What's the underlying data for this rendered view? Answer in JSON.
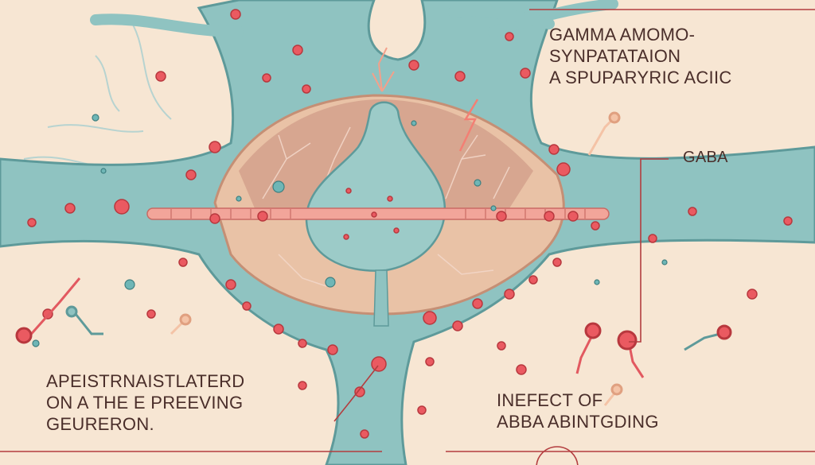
{
  "labels": {
    "top": [
      "GAMMA AMOMO-",
      "SYNPATATAION",
      "A SPUPARYRIC ACIIC"
    ],
    "gaba": "GABA",
    "left": [
      "APEISTRNAISTLATERD",
      "ON A THE E PREEVING",
      "GEURERON."
    ],
    "right": [
      "INEFECT OF",
      "ABBA ABINTGDING"
    ]
  },
  "colors": {
    "background": "#f7e6d3",
    "neuron": "#8fc3c1",
    "neuron_outline": "#5e9a9a",
    "cleft": "#e9c2a6",
    "vesicle": "#ea5a61",
    "receptor": "#e66a6a",
    "label": "#4a2e2a"
  }
}
